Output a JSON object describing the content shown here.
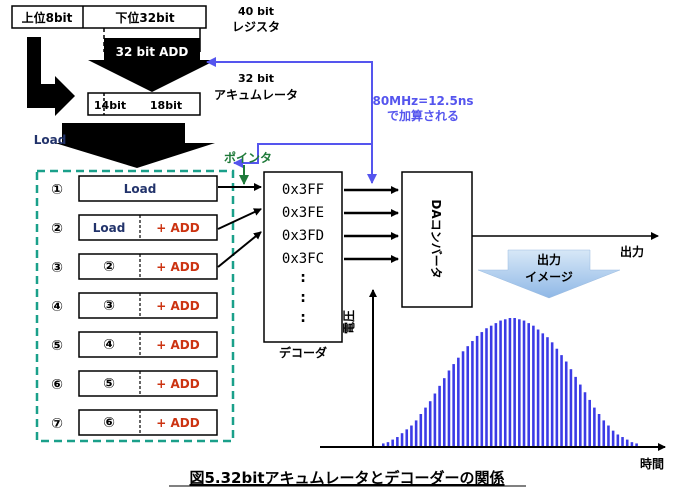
{
  "register_top": {
    "upper_label": "上位8bit",
    "lower_label": "下位32bit",
    "size_label": "40 bit",
    "name_label": "レジスタ"
  },
  "adder": {
    "label": "32 bit ADD"
  },
  "accumulator": {
    "size_label": "32 bit",
    "name_label": "アキュムレータ",
    "left_label": "14bit",
    "right_label": "18bit"
  },
  "load_label": "Load",
  "clock_note": {
    "line1": "80MHz=12.5ns",
    "line2": "で加算される"
  },
  "pointer_label": "ポインタ",
  "stages": [
    {
      "num": "①",
      "left": "",
      "right": "",
      "center": "Load"
    },
    {
      "num": "②",
      "left": "Load",
      "right": "+ ADD",
      "center": ""
    },
    {
      "num": "③",
      "left": "②",
      "right": "+ ADD",
      "center": ""
    },
    {
      "num": "④",
      "left": "③",
      "right": "+ ADD",
      "center": ""
    },
    {
      "num": "⑤",
      "left": "④",
      "right": "+ ADD",
      "center": ""
    },
    {
      "num": "⑥",
      "left": "⑤",
      "right": "+ ADD",
      "center": ""
    },
    {
      "num": "⑦",
      "left": "⑥",
      "right": "+ ADD",
      "center": ""
    }
  ],
  "decoder": {
    "addresses": [
      "0x3FF",
      "0x3FE",
      "0x3FD",
      "0x3FC"
    ],
    "dots": [
      ":",
      ":",
      ":"
    ],
    "label": "デコーダ"
  },
  "dac": {
    "label": "DAコンバータ"
  },
  "output_label": "出力",
  "output_image": {
    "line1": "出力",
    "line2": "イメージ"
  },
  "graph": {
    "y_label": "電圧",
    "x_label": "時間",
    "bar_color": "#3b3be6",
    "levels": [
      0.02,
      0.03,
      0.05,
      0.07,
      0.1,
      0.13,
      0.16,
      0.2,
      0.25,
      0.3,
      0.35,
      0.41,
      0.47,
      0.53,
      0.59,
      0.64,
      0.69,
      0.74,
      0.78,
      0.82,
      0.86,
      0.89,
      0.92,
      0.94,
      0.96,
      0.98,
      0.99,
      1.0,
      1.0,
      0.99,
      0.98,
      0.96,
      0.94,
      0.91,
      0.88,
      0.85,
      0.81,
      0.76,
      0.71,
      0.66,
      0.6,
      0.54,
      0.48,
      0.42,
      0.36,
      0.3,
      0.25,
      0.2,
      0.16,
      0.12,
      0.09,
      0.07,
      0.05,
      0.03,
      0.02
    ]
  },
  "caption": "図5.32bitアキュムレータとデコーダーの関係",
  "colors": {
    "blue_line": "#5555ee",
    "green_pointer": "#1f7a3a",
    "dashed_teal": "#1aa08a",
    "add_red": "#cc3311",
    "load_blue": "#22336b",
    "arrow_gradient_top": "#d7e8f7",
    "arrow_gradient_bottom": "#8fb8e6"
  }
}
